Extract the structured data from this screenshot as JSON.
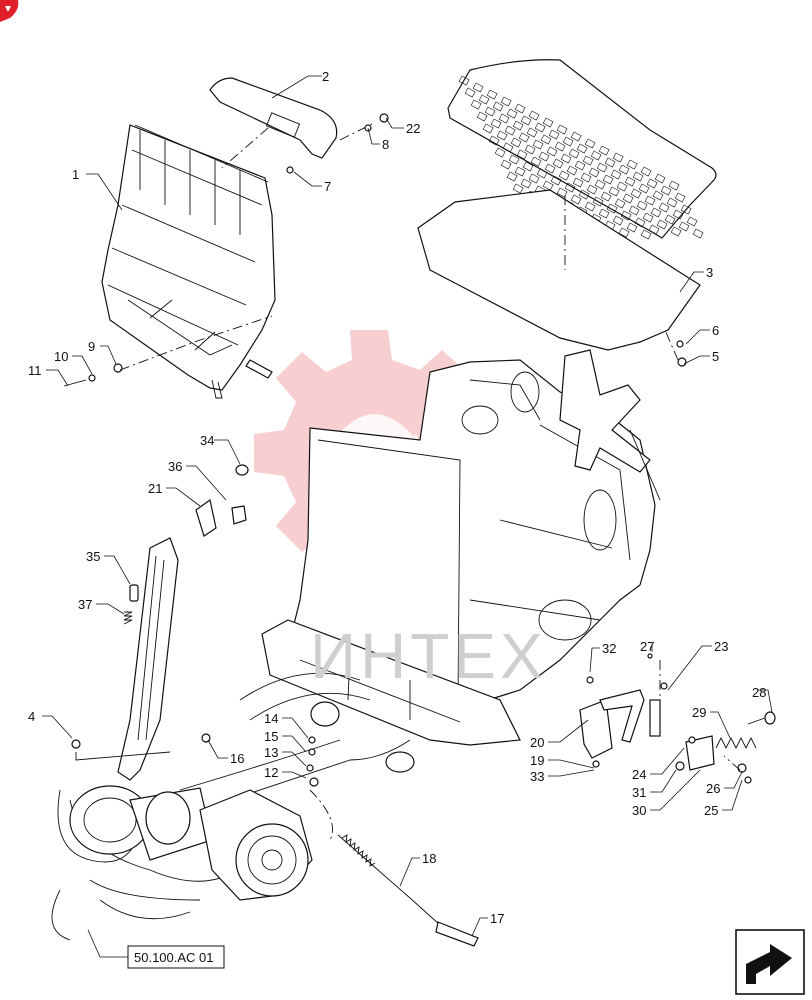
{
  "diagram": {
    "watermark_text": "ИНТЕХ",
    "reference": "50.100.AC 01",
    "callouts": [
      "1",
      "2",
      "3",
      "4",
      "5",
      "6",
      "7",
      "8",
      "9",
      "10",
      "11",
      "12",
      "13",
      "14",
      "15",
      "16",
      "17",
      "18",
      "19",
      "20",
      "21",
      "22",
      "23",
      "24",
      "25",
      "26",
      "27",
      "28",
      "29",
      "30",
      "31",
      "32",
      "33",
      "34",
      "35",
      "36",
      "37"
    ]
  },
  "colors": {
    "corner_badge": "#e0202a",
    "watermark_red": "#f2a8ab",
    "line": "#111111"
  },
  "icons": {
    "corner": "red-corner-badge",
    "navigation": "back-arrow-icon"
  }
}
